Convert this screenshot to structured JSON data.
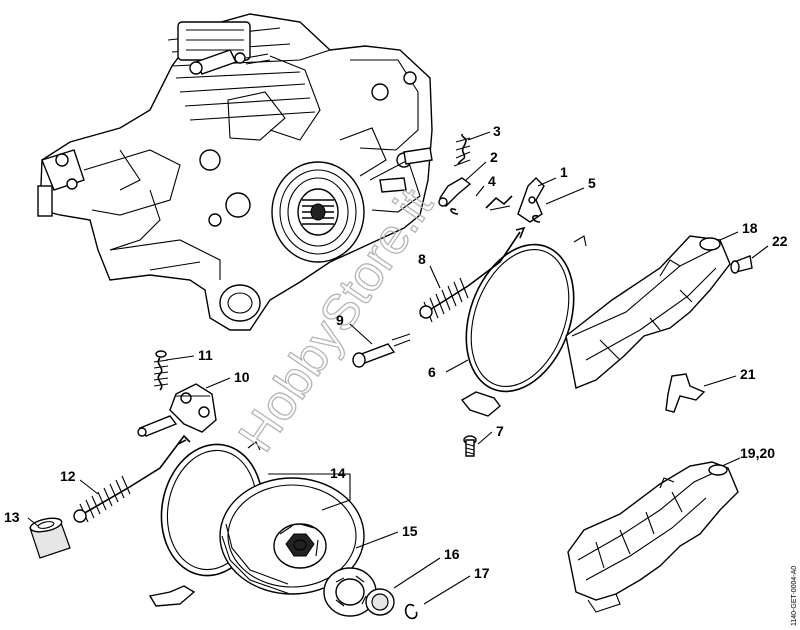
{
  "watermark": "HobbyStore.it",
  "drawing_code": "1140-GET-0004-A0",
  "callouts": [
    {
      "id": "1",
      "label": "1"
    },
    {
      "id": "2",
      "label": "2"
    },
    {
      "id": "3",
      "label": "3"
    },
    {
      "id": "4",
      "label": "4"
    },
    {
      "id": "5",
      "label": "5"
    },
    {
      "id": "6",
      "label": "6"
    },
    {
      "id": "7",
      "label": "7"
    },
    {
      "id": "8",
      "label": "8"
    },
    {
      "id": "9",
      "label": "9"
    },
    {
      "id": "10",
      "label": "10"
    },
    {
      "id": "11",
      "label": "11"
    },
    {
      "id": "12",
      "label": "12"
    },
    {
      "id": "13",
      "label": "13"
    },
    {
      "id": "14",
      "label": "14"
    },
    {
      "id": "15",
      "label": "15"
    },
    {
      "id": "16",
      "label": "16"
    },
    {
      "id": "17",
      "label": "17"
    },
    {
      "id": "18",
      "label": "18"
    },
    {
      "id": "19-20",
      "label": "19,20"
    },
    {
      "id": "21",
      "label": "21"
    },
    {
      "id": "22",
      "label": "22"
    }
  ]
}
